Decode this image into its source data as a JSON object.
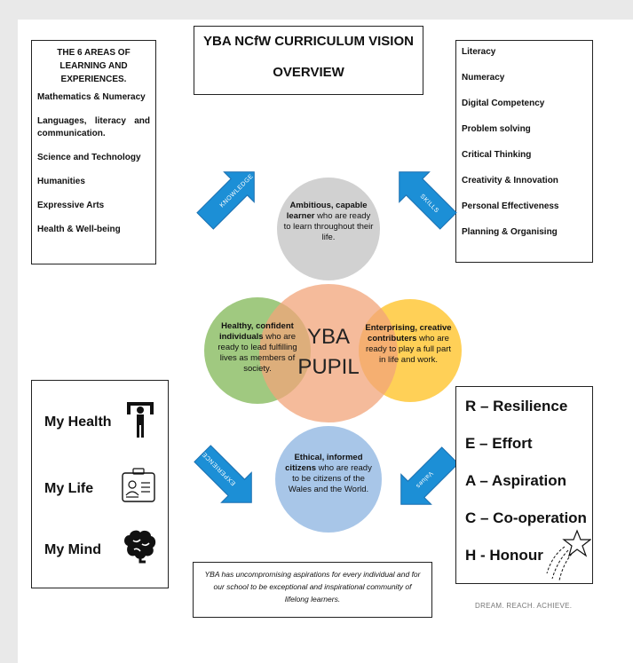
{
  "title": {
    "line1": "YBA NCfW CURRICULUM VISION",
    "line2": "OVERVIEW"
  },
  "areas": {
    "header": "THE 6 AREAS OF LEARNING AND EXPERIENCES.",
    "items": [
      "Mathematics & Numeracy",
      "Languages, literacy and communication.",
      "Science and Technology",
      "Humanities",
      "Expressive Arts",
      "Health & Well-being"
    ]
  },
  "skills": {
    "items": [
      "Literacy",
      "Numeracy",
      "Digital Competency",
      "Problem solving",
      "Critical Thinking",
      "Creativity & Innovation",
      "Personal Effectiveness",
      "Planning & Organising"
    ]
  },
  "arrows": {
    "knowledge": "KNOWLEDGE",
    "skills": "SKILLS",
    "experiences": "EXPERIENCES",
    "values": "Values"
  },
  "circles": {
    "top": {
      "bold": "Ambitious, capable learner",
      "rest": "who are ready to learn throughout their life."
    },
    "left": {
      "bold": "Healthy, confident individuals",
      "rest": "who are ready to lead fulfilling lives as members of society."
    },
    "right": {
      "bold": "Enterprising, creative contributers",
      "rest": "who are ready to play a full part in life and work."
    },
    "bottom": {
      "bold": "Ethical, informed citizens",
      "rest": "who are ready to be citizens of the Wales and the World."
    },
    "center": {
      "line1": "YBA",
      "line2": "PUPIL"
    }
  },
  "wellbeing": {
    "items": [
      "My Health",
      "My Life",
      "My Mind"
    ]
  },
  "values": {
    "items": [
      "R – Resilience",
      "E – Effort",
      "A – Aspiration",
      "C – Co-operation",
      "H - Honour"
    ]
  },
  "statement": "YBA has uncompromising aspirations for every individual and for our school to be exceptional and inspirational community of lifelong learners.",
  "tagline": "DREAM. REACH. ACHIEVE.",
  "colors": {
    "arrow": "#1c8fd6",
    "top_circle": "#c9c9c9",
    "left_circle": "#8fbf6a",
    "right_circle": "#ffc83a",
    "bottom_circle": "#9fc0e6",
    "center_circle": "#f2a47a"
  }
}
